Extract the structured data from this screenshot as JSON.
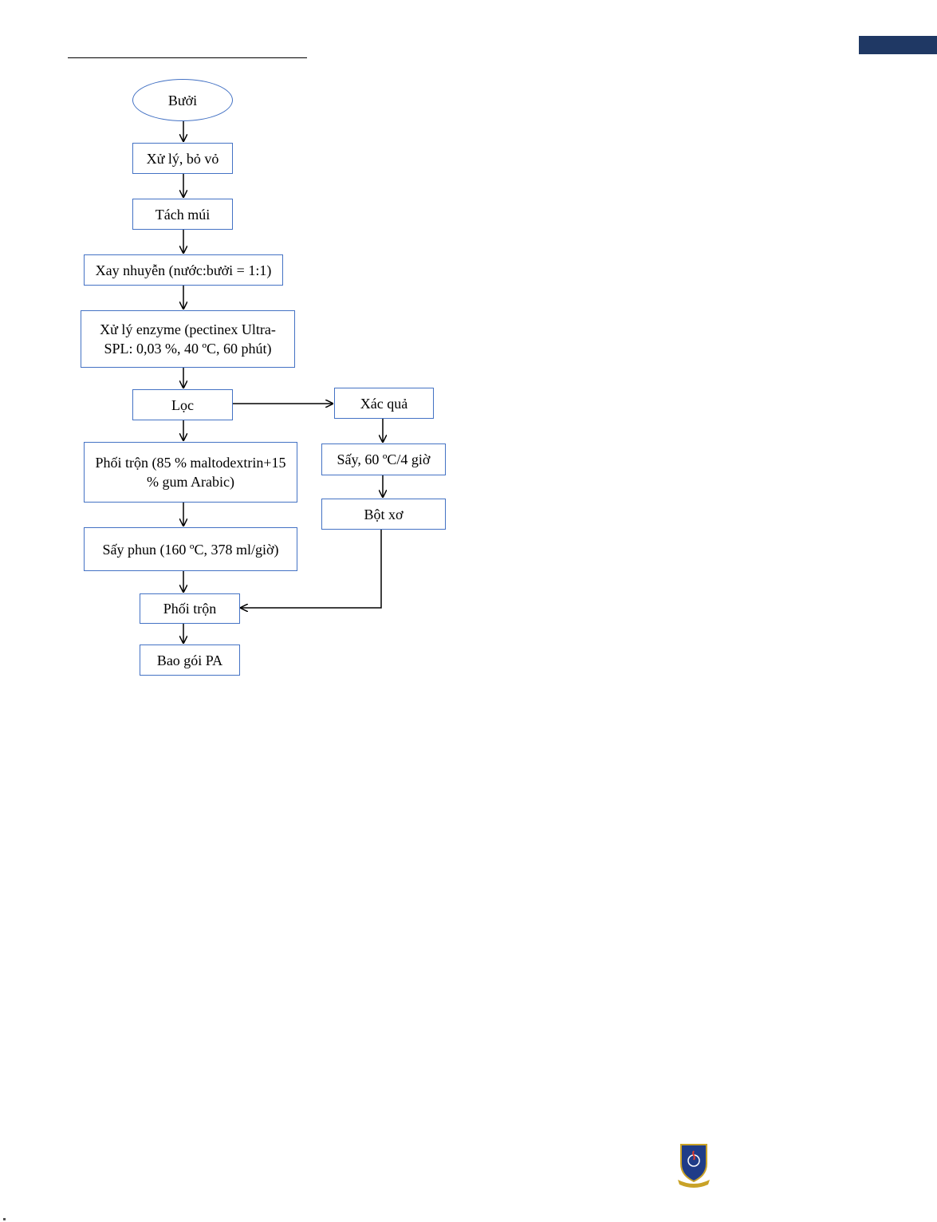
{
  "flowchart": {
    "start": "Bưởi",
    "main_steps": [
      "Xử lý, bỏ vỏ",
      "Tách múi",
      "Xay nhuyễn (nước:bưởi = 1:1)",
      "Xử lý enzyme (pectinex Ultra-SPL: 0,03 %, 40 ºC, 60 phút)",
      "Lọc",
      "Phối trộn (85 % maltodextrin+15 % gum Arabic)",
      "Sấy phun (160 ºC, 378 ml/giờ)",
      "Phối trộn",
      "Bao gói PA"
    ],
    "side_steps": [
      "Xác quả",
      "Sấy, 60 ºC/4 giờ",
      "Bột xơ"
    ]
  },
  "colors": {
    "box_border": "#4472c4",
    "corner_tab": "#1f3864"
  },
  "icons": {
    "logo": "university-shield-logo"
  }
}
